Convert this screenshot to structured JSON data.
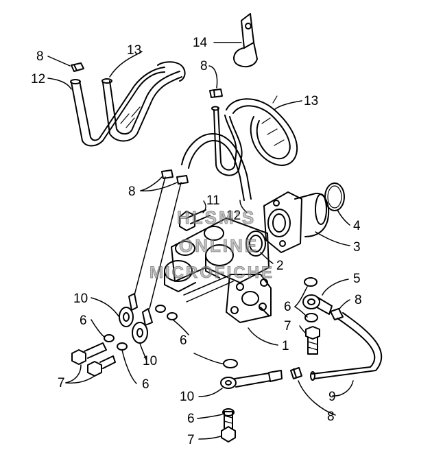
{
  "diagram": {
    "callouts": [
      "1",
      "2",
      "3",
      "4",
      "5",
      "6",
      "7",
      "8",
      "9",
      "10",
      "11",
      "12",
      "13",
      "14"
    ],
    "watermark_lines": [
      "HLSM'S",
      "ONLINE",
      "MICROFICHE"
    ]
  }
}
